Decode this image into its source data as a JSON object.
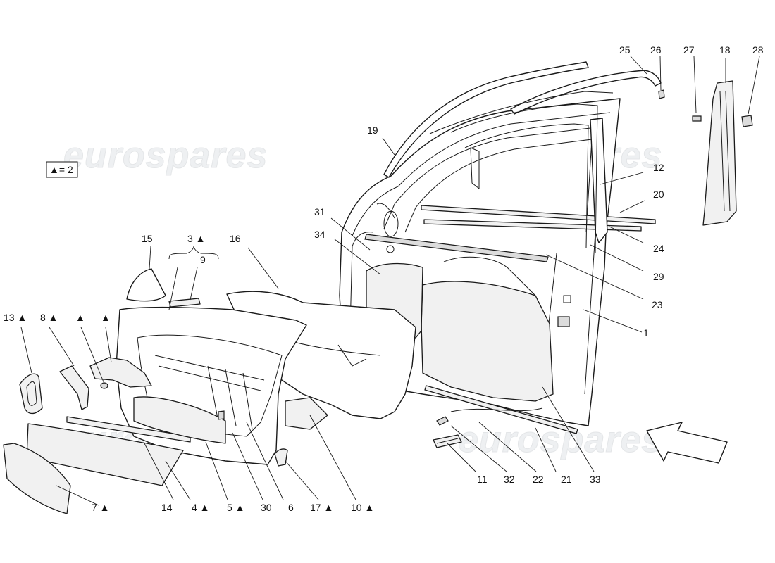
{
  "watermark": "eurospares",
  "legend": {
    "text": "▲= 2"
  },
  "callouts": [
    {
      "id": "c1",
      "text": "1"
    },
    {
      "id": "c3",
      "text": "3 ▲"
    },
    {
      "id": "c4",
      "text": "4 ▲"
    },
    {
      "id": "c5",
      "text": "5 ▲"
    },
    {
      "id": "c6",
      "text": "6"
    },
    {
      "id": "c7",
      "text": "7 ▲"
    },
    {
      "id": "c8",
      "text": "8 ▲"
    },
    {
      "id": "c9",
      "text": "9"
    },
    {
      "id": "c10",
      "text": "10 ▲"
    },
    {
      "id": "c11",
      "text": "11"
    },
    {
      "id": "c12",
      "text": "12"
    },
    {
      "id": "c13",
      "text": "13 ▲"
    },
    {
      "id": "c14",
      "text": "14"
    },
    {
      "id": "c15",
      "text": "15"
    },
    {
      "id": "c16",
      "text": "16"
    },
    {
      "id": "c17",
      "text": "17 ▲"
    },
    {
      "id": "c18",
      "text": "18"
    },
    {
      "id": "c19",
      "text": "19"
    },
    {
      "id": "c20",
      "text": "20"
    },
    {
      "id": "c21",
      "text": "21"
    },
    {
      "id": "c22",
      "text": "22"
    },
    {
      "id": "c23",
      "text": "23"
    },
    {
      "id": "c24",
      "text": "24"
    },
    {
      "id": "c25",
      "text": "25"
    },
    {
      "id": "c26",
      "text": "26"
    },
    {
      "id": "c27",
      "text": "27"
    },
    {
      "id": "c28",
      "text": "28"
    },
    {
      "id": "c29",
      "text": "29"
    },
    {
      "id": "c30",
      "text": "30"
    },
    {
      "id": "c31",
      "text": "31"
    },
    {
      "id": "c32",
      "text": "32"
    },
    {
      "id": "c33",
      "text": "33"
    },
    {
      "id": "c34",
      "text": "34"
    },
    {
      "id": "cA",
      "text": "▲"
    },
    {
      "id": "cB",
      "text": "▲"
    }
  ]
}
